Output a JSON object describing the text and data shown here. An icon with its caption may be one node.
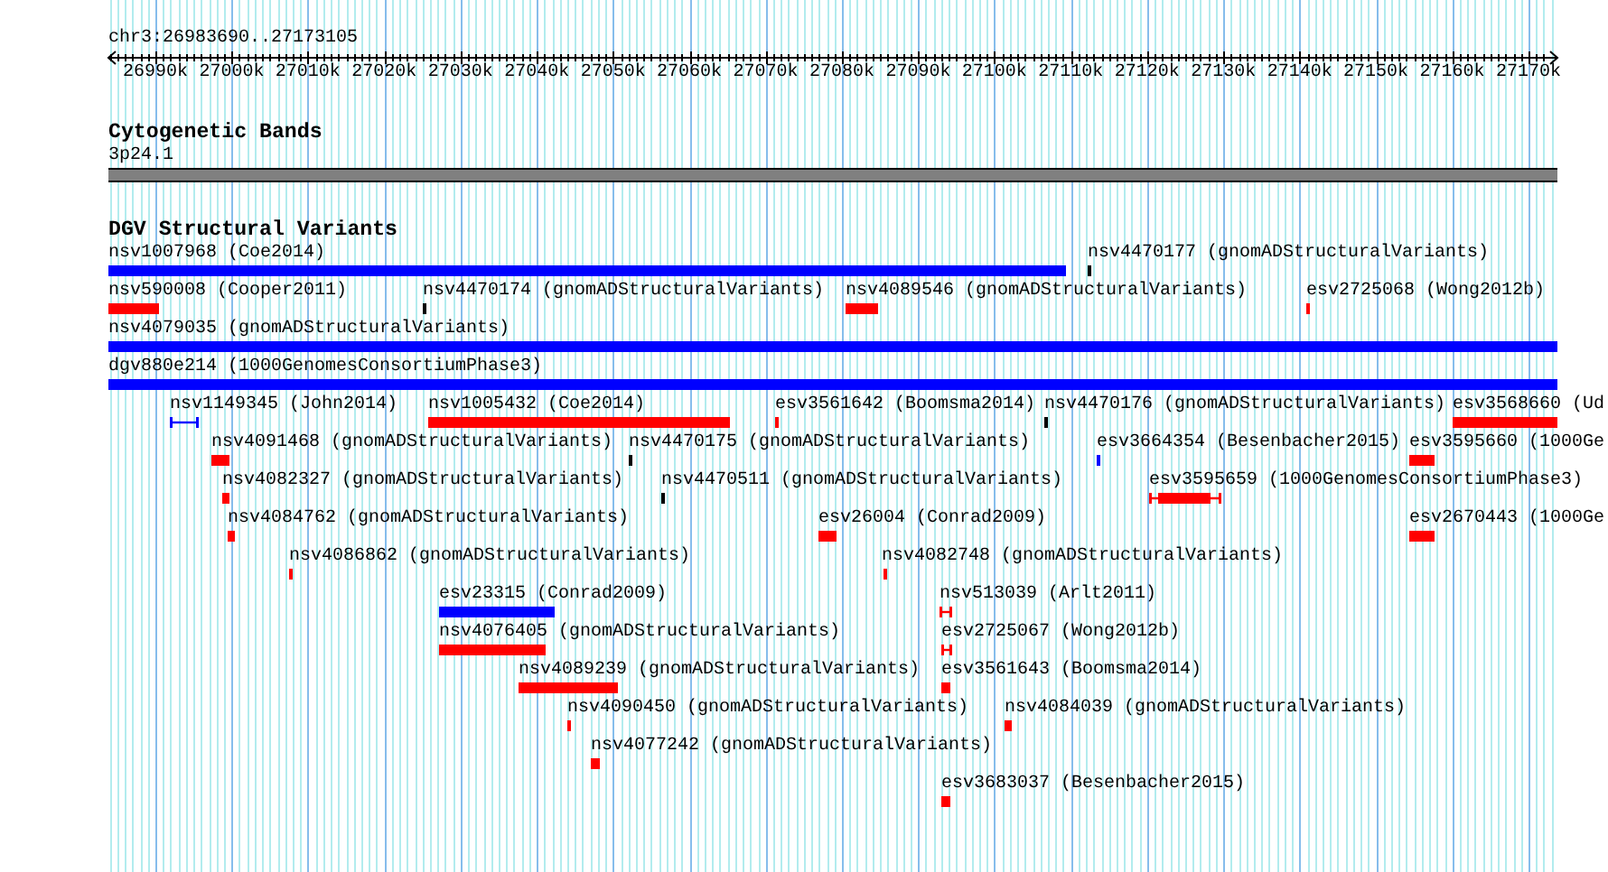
{
  "diagram": {
    "nodes": [
      {
        "text": [
          "3p24.1"
        ]
      },
      {
        "text": [
          "nsv1007968 (Coe2014)"
        ]
      },
      {
        "text": [
          "nsv4470177 (gnomADStructuralVariants)"
        ]
      },
      {
        "text": [
          "nsv590008 (Cooper2011)"
        ]
      },
      {
        "text": [
          "nsv4470174 (gnomADStructuralVariants)"
        ]
      },
      {
        "text": [
          "nsv4089546 (gnomADStructuralVariants)"
        ]
      },
      {
        "text": [
          "esv2725068 (Wong2012b)"
        ]
      },
      {
        "text": [
          "nsv4079035 (gnomADStructuralVariants)"
        ]
      },
      {
        "text": [
          "dgv880e214 (1000GenomesConsortiumPhase3)"
        ]
      },
      {
        "text": [
          "nsv1149345 (John2014)"
        ]
      },
      {
        "text": [
          "nsv1005432 (Coe2014)"
        ]
      },
      {
        "text": [
          "esv3561642 (Boomsma2014)"
        ]
      },
      {
        "text": [
          "nsv4470176 (gnomADStructuralVariants)"
        ]
      },
      {
        "text": [
          "esv3568660 (Ud"
        ]
      },
      {
        "text": [
          "nsv4091468 (gnomADStructuralVariants)"
        ]
      },
      {
        "text": [
          "nsv4470175 (gnomADStructuralVariants)"
        ]
      },
      {
        "text": [
          "esv3664354 (Besenbacher2015)"
        ]
      },
      {
        "text": [
          "esv3595660 (1000Ge"
        ]
      },
      {
        "text": [
          "nsv4082327 (gnomADStructuralVariants)"
        ]
      },
      {
        "text": [
          "nsv4470511 (gnomADStructuralVariants)"
        ]
      },
      {
        "text": [
          "esv3595659 (1000GenomesConsortiumPhase3)"
        ]
      },
      {
        "text": [
          "nsv4084762 (gnomADStructuralVariants)"
        ]
      },
      {
        "text": [
          "esv26004 (Conrad2009)"
        ]
      },
      {
        "text": [
          "esv2670443 (1000Ge"
        ]
      },
      {
        "text": [
          "nsv4086862 (gnomADStructuralVariants)"
        ]
      },
      {
        "text": [
          "nsv4082748 (gnomADStructuralVariants)"
        ]
      },
      {
        "text": [
          "esv23315 (Conrad2009)"
        ]
      },
      {
        "text": [
          "nsv513039 (Arlt2011)"
        ]
      },
      {
        "text": [
          "nsv4076405 (gnomADStructuralVariants)"
        ]
      },
      {
        "text": [
          "esv2725067 (Wong2012b)"
        ]
      },
      {
        "text": [
          "nsv4089239 (gnomADStructuralVariants)"
        ]
      },
      {
        "text": [
          "esv3561643 (Boomsma2014)"
        ]
      },
      {
        "text": [
          "nsv4090450 (gnomADStructuralVariants)"
        ]
      },
      {
        "text": [
          "nsv4084039 (gnomADStructuralVariants)"
        ]
      },
      {
        "text": [
          "nsv4077242 (gnomADStructuralVariants)"
        ]
      },
      {
        "text": [
          "esv3683037 (Besenbacher2015)"
        ]
      }
    ],
    "labels": [
      "chr3:26983690..27173105",
      "26990k",
      "27000k",
      "27010k",
      "27020k",
      "27030k",
      "27040k",
      "27050k",
      "27060k",
      "27070k",
      "27080k",
      "27090k",
      "27100k",
      "27110k",
      "27120k",
      "27130k",
      "27140k",
      "27150k",
      "27160k",
      "27170k",
      "Cytogenetic Bands",
      "DGV Structural Variants"
    ]
  }
}
